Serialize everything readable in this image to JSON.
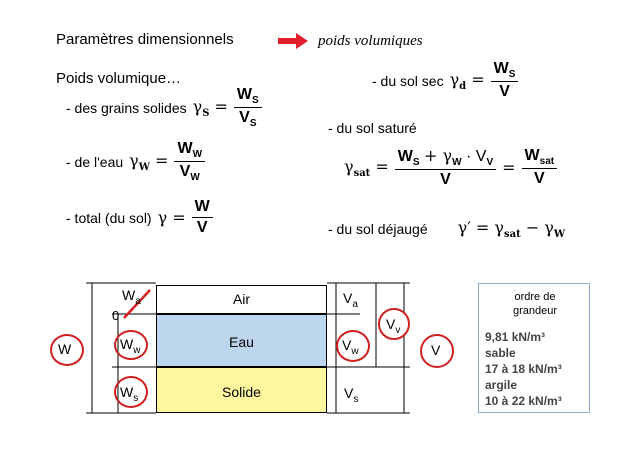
{
  "header": {
    "title": "Paramètres dimensionnels",
    "subtitle": "poids volumiques",
    "arrow_color": "#e0202a"
  },
  "section_title": "Poids volumique…",
  "formulas": {
    "grains": {
      "label": "- des grains solides",
      "symbol": "γ",
      "sub": "S",
      "num": "W",
      "num_sub": "S",
      "den": "V",
      "den_sub": "S"
    },
    "eau": {
      "label": "- de l'eau",
      "symbol": "γ",
      "sub": "W",
      "num": "W",
      "num_sub": "W",
      "den": "V",
      "den_sub": "W"
    },
    "total": {
      "label": "- total (du sol)",
      "symbol": "γ",
      "num": "W",
      "den": "V"
    },
    "sec": {
      "label": "- du sol sec",
      "symbol": "γ",
      "sub": "d",
      "num": "W",
      "num_sub": "S",
      "den": "V"
    },
    "sature": {
      "label": "- du sol saturé",
      "symbol": "γ",
      "sub": "sat",
      "num1": "W",
      "num1_sub": "S",
      "plus": "+ γ",
      "plus_sub": "W",
      "dot": "· V",
      "dot_sub": "V",
      "den1": "V",
      "num2": "W",
      "num2_sub": "sat",
      "den2": "V"
    },
    "dejauge": {
      "label": "- du sol déjaugé",
      "lhs": "γ′ = γ",
      "sub1": "sat",
      "minus": "− γ",
      "sub2": "W"
    }
  },
  "diagram": {
    "phases": [
      "Air",
      "Eau",
      "Solide"
    ],
    "left_labels": {
      "wa": "W",
      "wa_sub": "a",
      "zero": "0",
      "ww": "W",
      "ww_sub": "w",
      "ws": "W",
      "ws_sub": "s",
      "w": "W"
    },
    "right_labels": {
      "va": "V",
      "va_sub": "a",
      "vv": "V",
      "vv_sub": "v",
      "vw": "V",
      "vw_sub": "w",
      "vs": "V",
      "vs_sub": "s",
      "v": "V"
    },
    "colors": {
      "eau": "#bcd6ee",
      "solide": "#fff7a0",
      "circle": "#d02020"
    }
  },
  "order": {
    "title_line1": "ordre de",
    "title_line2": "grandeur",
    "lines": [
      "9,81 kN/m³",
      "sable",
      "17 à 18 kN/m³",
      "argile",
      "10 à 22 kN/m³"
    ]
  }
}
